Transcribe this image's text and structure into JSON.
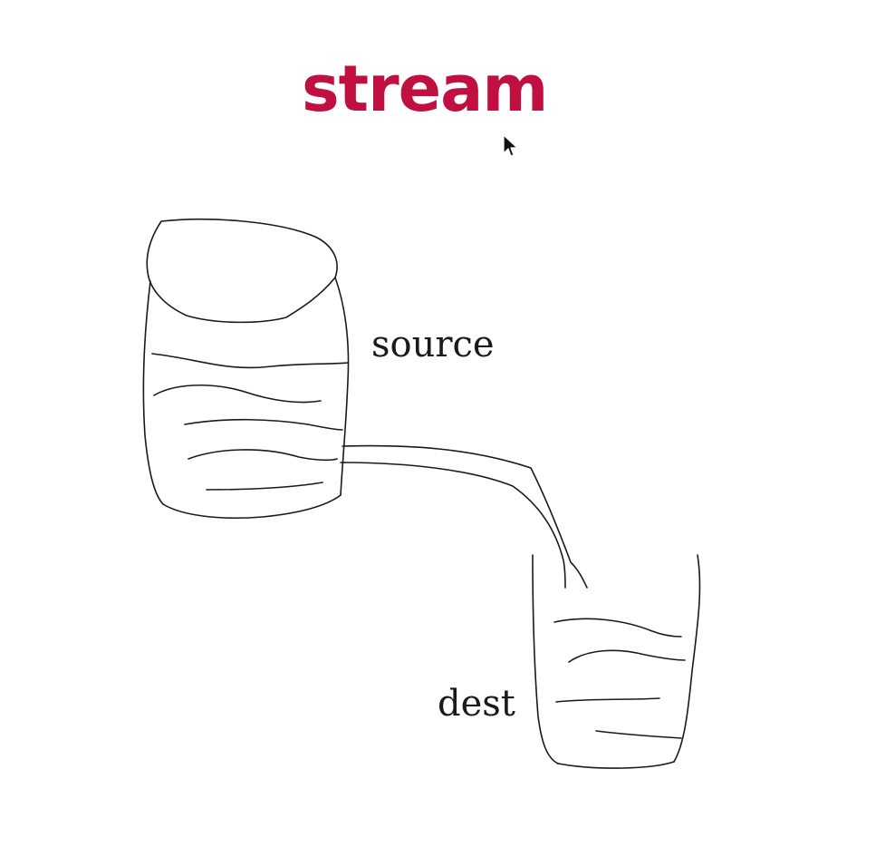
{
  "title": {
    "text": "stream",
    "color": "#c0103f"
  },
  "labels": {
    "source": "source",
    "dest": "dest"
  },
  "icons": {
    "cursor": "mouse-pointer-icon"
  }
}
